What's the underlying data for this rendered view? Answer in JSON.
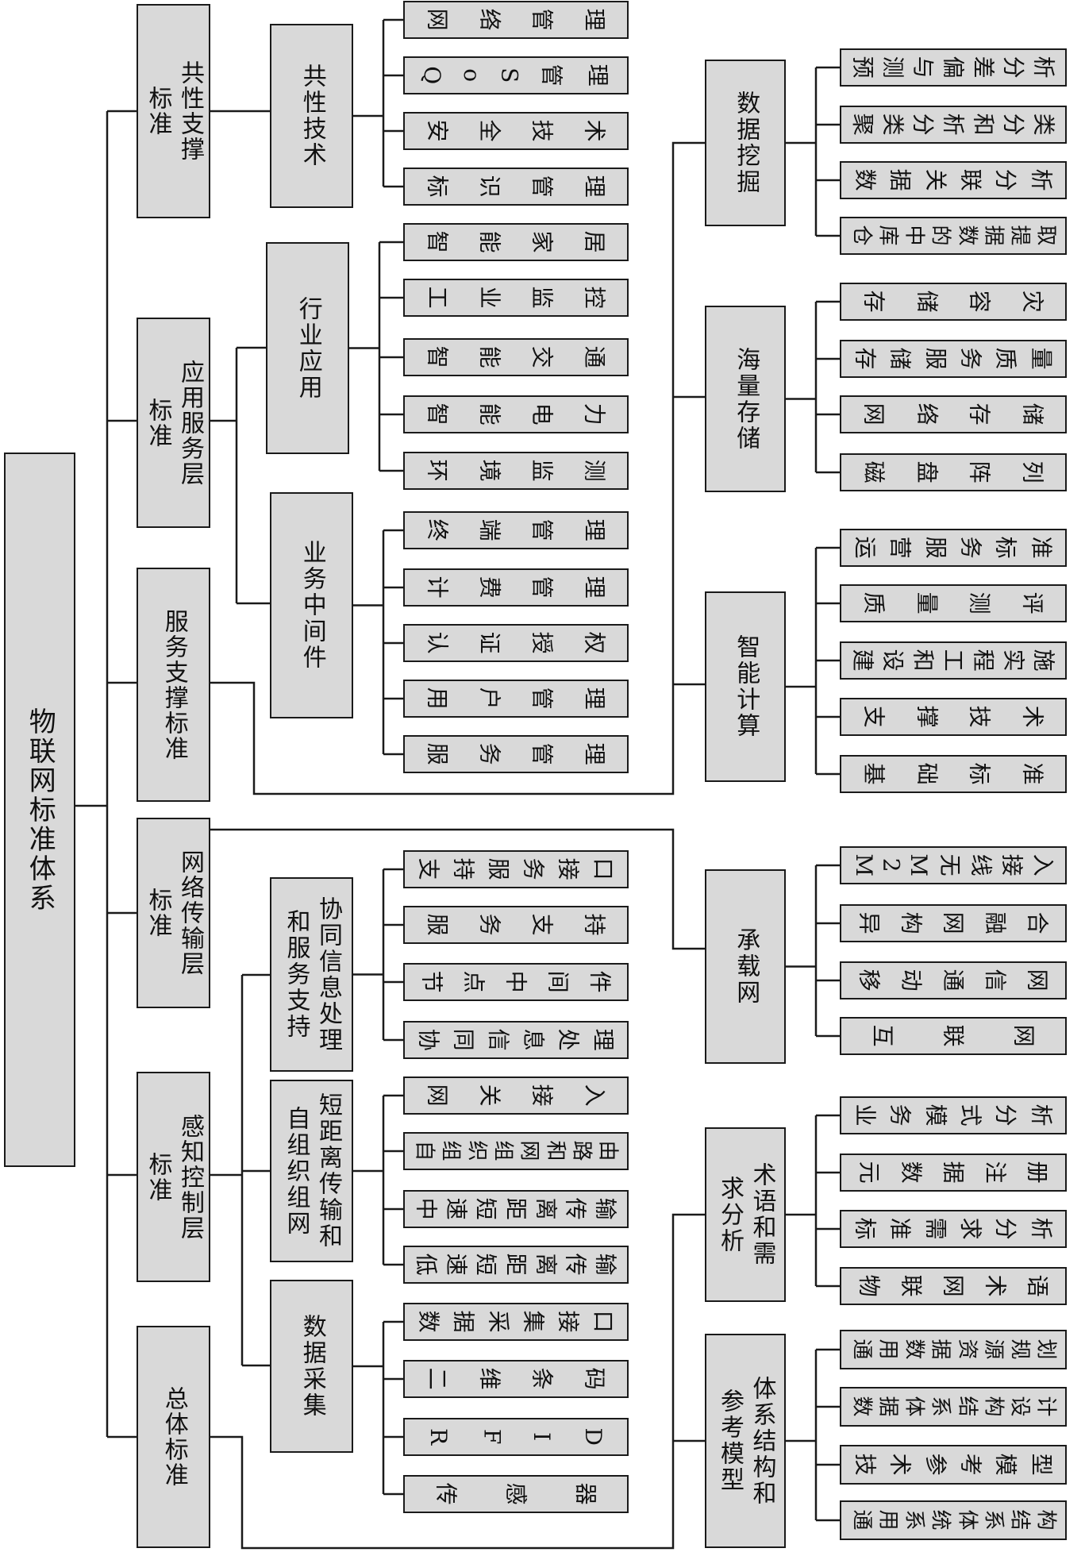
{
  "root": "物联网标准体系",
  "categories": {
    "general": "共性支撑\n标准",
    "app": "应用服务层\n标准",
    "service": "服务支撑标准",
    "network": "网络传输层\n标准",
    "sensing": "感知控制层\n标准",
    "overall": "总体标准"
  },
  "groups": {
    "gongxing": "共性技术",
    "hangye": "行业应用",
    "yewu": "业务中间件",
    "xietong": "协同信息处理\n和服务支持",
    "duanjuli": "短距离传输和\n自组织组网",
    "shujucaiji": "数据采集",
    "shujuwajue": "数据挖掘",
    "hailiang": "海量存储",
    "zhineng": "智能计算",
    "chengzai": "承载网",
    "shuyu": "术语和需\n求分析",
    "tixi": "体系结构和\n参考模型"
  },
  "leaves": {
    "gongxing": [
      "网络管理",
      "QoS管理",
      "安全技术",
      "标识管理"
    ],
    "hangye": [
      "智能家居",
      "工业监控",
      "智能交通",
      "智能电力",
      "环境监测"
    ],
    "yewu": [
      "终端管理",
      "计费管理",
      "认证授权",
      "用户管理",
      "服务管理"
    ],
    "xietong": [
      "支持服务接口",
      "服务支持",
      "节点中间件",
      "协同信息处理"
    ],
    "duanjuli": [
      "网关接入",
      "自组织组网和路由",
      "中速短距离传输",
      "低速短距离传输"
    ],
    "shujucaiji": [
      "数据采集接口",
      "二维条码",
      "RFID",
      "传感器"
    ],
    "shujuwajue": [
      "预测与偏差分析",
      "聚类分析和分类",
      "数据关联分析",
      "仓库中的数据提取"
    ],
    "hailiang": [
      "存储容灾",
      "存储服务质量",
      "网络存储",
      "磁盘阵列"
    ],
    "zhineng": [
      "运营服务标准",
      "质量测评",
      "建设和工程实施",
      "支撑技术",
      "基础标准"
    ],
    "chengzai": [
      "M2M无线接入",
      "异构网融合",
      "移动通信网",
      "互联网"
    ],
    "shuyu": [
      "业务模式分析",
      "元数据注册",
      "标准需求分析",
      "物联网术语"
    ],
    "tixi": [
      "通用数据资源规划",
      "数据体系结构设计",
      "技术参考模型",
      "通用系统体系结构"
    ]
  }
}
